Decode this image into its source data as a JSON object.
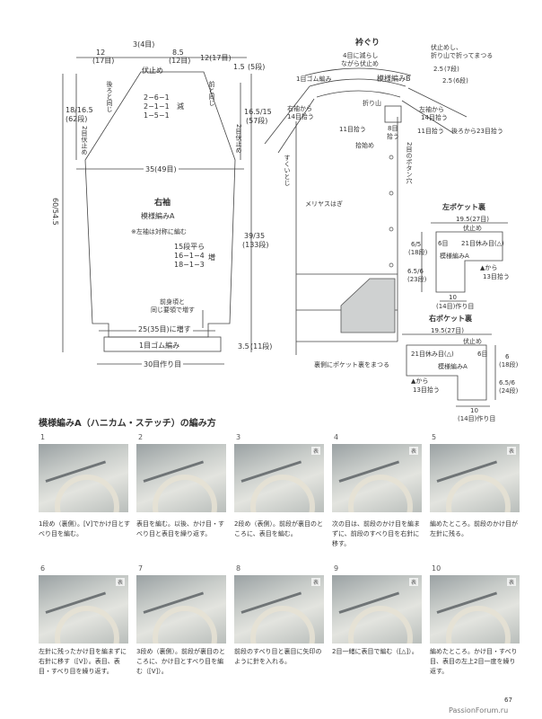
{
  "sleeve": {
    "top_w_left": "12",
    "top_w_left_sub": "(17目)",
    "top_center": "3(4目)",
    "top_w_right": "8.5",
    "top_w_right_sub": "(12目)",
    "top_w_far": "12(17目)",
    "bindoff_top": "伏止め",
    "note_left": "後ろと同じ",
    "note_right": "前と同じ",
    "dec_rows": [
      "2−6−1",
      "2−1−1",
      "1−5−1"
    ],
    "dec_label": "減",
    "left_height": "18/16.5",
    "left_height_sub": "(62段)",
    "left_bindoff": "2目伏止め",
    "right_bindoff": "2目伏止め",
    "top_right_h": "1.5",
    "top_right_h_sub": "(5段)",
    "right_height": "16.5/15",
    "right_height_sub": "(57段)",
    "chest_width": "35(49目)",
    "total_height": "60/54.5",
    "title": "右袖",
    "pattern": "模様編みA",
    "mirror_note": "※左袖は対称に編む",
    "inc_rows": [
      "15段平ら",
      "16−1−4",
      "18−1−3"
    ],
    "inc_label": "増",
    "lower_height": "39/35",
    "lower_height_sub": "(133段)",
    "note_pick": "前身頃と",
    "note_pick2": "同じ要領で増す",
    "inc_stitches": "25(35目)に増す",
    "rib_label": "1目ゴム編み",
    "rib_height": "3.5",
    "rib_height_sub": "(11段)",
    "cast_on": "30目作り目"
  },
  "collar": {
    "title": "衿ぐり",
    "dec_note": "4目に減らし",
    "dec_note2": "ながら伏止め",
    "rib": "1目ゴム編み",
    "pattern_b": "模様編みB",
    "fold_note": "伏止めし、",
    "fold_note2": "折り山で折ってまつる",
    "measure_a": "2.5",
    "measure_a_sub": "(7段)",
    "measure_b": "2.5",
    "measure_b_sub": "(6段)",
    "right_sleeve_pick": "右袖から",
    "right_sleeve_pick2": "14目拾う",
    "fold_line": "折り山",
    "left_sleeve_pick": "左袖から",
    "left_sleeve_pick2": "14目拾う",
    "pick_11": "11目拾う",
    "pick_8": "8目",
    "pick_8b": "拾う",
    "pick_11b": "11目拾う",
    "back_pick": "後ろから23目拾う",
    "pick_start": "拾始め",
    "button_hole": "2目のボタン穴",
    "ladder": "すくいとじ",
    "mattress": "メリヤスはぎ",
    "pocket_note": "裏側にポケット裏をまつる"
  },
  "pocket_left": {
    "title": "左ポケット裏",
    "width": "19.5(27目)",
    "bindoff": "伏止め",
    "six": "6目",
    "rest": "21目休み目(△)",
    "pattern": "模様編みA",
    "h1": "6/5",
    "h1_sub": "(18段)",
    "h2": "6.5/6",
    "h2_sub": "(23段)",
    "from": "▲から",
    "pick": "13目拾う",
    "bottom": "10",
    "bottom_sub": "(14目)作り目"
  },
  "pocket_right": {
    "title": "右ポケット裏",
    "width": "19.5(27目)",
    "bindoff": "伏止め",
    "rest": "21目休み目(△)",
    "six": "6目",
    "pattern": "模様編みA",
    "h1": "6",
    "h1_sub": "(18段)",
    "h2": "6.5/6",
    "h2_sub": "(24段)",
    "from": "▲から",
    "pick": "13目拾う",
    "bottom": "10",
    "bottom_sub": "(14目)作り目"
  },
  "howto": {
    "title": "模様編みA（ハニカム・ステッチ）の編み方",
    "steps": [
      {
        "num": "1",
        "caption": "1段め（裏側）。[V]でかけ目とすべり目を編む。",
        "badge": ""
      },
      {
        "num": "2",
        "caption": "表目を編む。以後、かけ目・すべり目と表目を繰り返す。",
        "badge": ""
      },
      {
        "num": "3",
        "caption": "2段め（表側）。前段が裏目のところに、表目を編む。",
        "badge": "表"
      },
      {
        "num": "4",
        "caption": "次の目は、前段のかけ目を編まずに、前段のすべり目を右針に移す。",
        "badge": "表"
      },
      {
        "num": "5",
        "caption": "編めたところ。前段のかけ目が左針に残る。",
        "badge": "表"
      },
      {
        "num": "6",
        "caption": "左針に残ったかけ目を編まずに右針に移す（[V]）。表目、表目・すべり目を繰り返す。",
        "badge": "表"
      },
      {
        "num": "7",
        "caption": "3段め（裏側）。前段が裏目のところに、かけ目とすべり目を編む（[V]）。",
        "badge": ""
      },
      {
        "num": "8",
        "caption": "前段のすべり目と裏目に矢印のように針を入れる。",
        "badge": "表"
      },
      {
        "num": "9",
        "caption": "2目一緒に表目で編む（[△]）。",
        "badge": "表"
      },
      {
        "num": "10",
        "caption": "編めたところ。かけ目・すべり目、表目の左上2目一度を繰り返す。",
        "badge": "表"
      }
    ]
  },
  "footer": {
    "page": "67",
    "site": "PassionForum.ru"
  }
}
